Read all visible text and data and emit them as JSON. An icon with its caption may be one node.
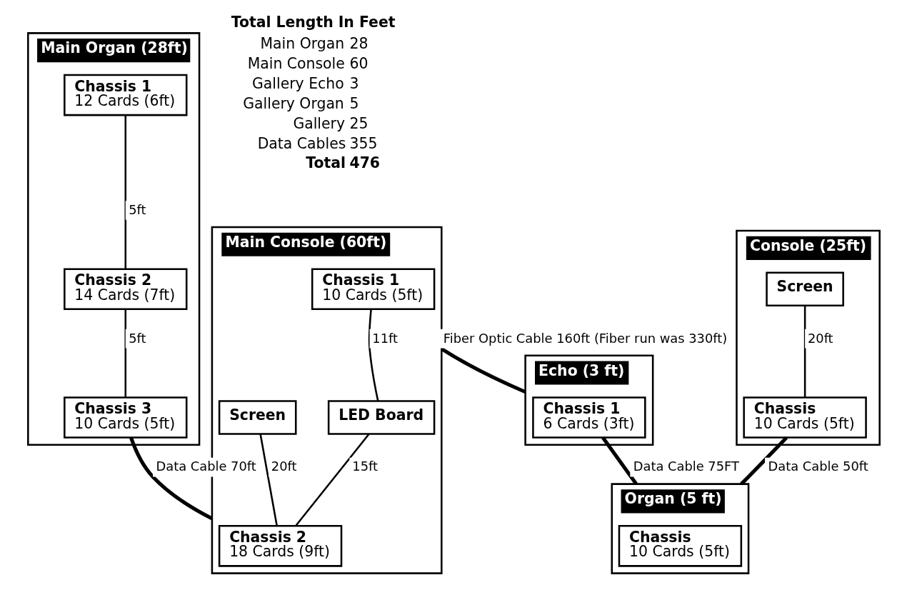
{
  "diagram": {
    "nodes": [
      {
        "text": [
          "Main Organ (28ft)"
        ]
      },
      {
        "text": [
          "Chassis 1",
          "12 Cards (6ft)"
        ],
        "in": 0
      },
      {
        "text": [
          "Chassis 2",
          "14 Cards (7ft)"
        ],
        "in": 0
      },
      {
        "text": [
          "Chassis 3",
          "10 Cards (5ft)"
        ],
        "in": 0
      },
      {
        "text": [
          "Main Console (60ft)"
        ]
      },
      {
        "text": [
          "Chassis 1",
          "10 Cards (5ft)"
        ],
        "in": 4
      },
      {
        "text": [
          "LED Board"
        ],
        "in": 4
      },
      {
        "text": [
          "Screen"
        ],
        "in": 4
      },
      {
        "text": [
          "Chassis 2",
          "18 Cards (9ft)"
        ],
        "in": 4
      },
      {
        "text": [
          "Echo (3 ft)"
        ]
      },
      {
        "text": [
          "Chassis 1",
          "6 Cards (3ft)"
        ],
        "in": 9
      },
      {
        "text": [
          "Console (25ft)"
        ]
      },
      {
        "text": [
          "Screen"
        ],
        "in": 11
      },
      {
        "text": [
          "Chassis",
          "10 Cards (5ft)"
        ],
        "in": 11
      },
      {
        "text": [
          "Organ (5 ft)"
        ]
      },
      {
        "text": [
          "Chassis",
          "10 Cards (5ft)"
        ],
        "in": 14
      }
    ],
    "edges": [
      {
        "from": 1,
        "to": 2,
        "arrow": "none",
        "label": "5ft"
      },
      {
        "from": 2,
        "to": 3,
        "arrow": "none",
        "label": "5ft"
      },
      {
        "from": 5,
        "to": 6,
        "arrow": "none",
        "label": "11ft"
      },
      {
        "from": 6,
        "to": 8,
        "arrow": "none",
        "label": "15ft"
      },
      {
        "from": 7,
        "to": 8,
        "arrow": "none",
        "label": "20ft"
      },
      {
        "from": 3,
        "to": 8,
        "arrow": "none",
        "label": "Data Cable 70ft",
        "style": "thick"
      },
      {
        "from": 4,
        "to": 10,
        "arrow": "none",
        "label": "Fiber Optic Cable 160ft (Fiber run was 330ft)",
        "style": "thick"
      },
      {
        "from": 12,
        "to": 13,
        "arrow": "none",
        "label": "20ft"
      },
      {
        "from": 13,
        "to": 15,
        "arrow": "none",
        "label": "Data Cable 50ft",
        "style": "thick"
      },
      {
        "from": 10,
        "to": 15,
        "arrow": "none",
        "label": "Data Cable 75FT",
        "style": "thick"
      }
    ],
    "labels": [
      "Total Length In Feet",
      "Main Organ",
      "28",
      "Main Console",
      "60",
      "Gallery Echo",
      "3",
      "Gallery Organ",
      "5",
      "Gallery",
      "25",
      "Data Cables",
      "355",
      "Total",
      "476"
    ]
  }
}
